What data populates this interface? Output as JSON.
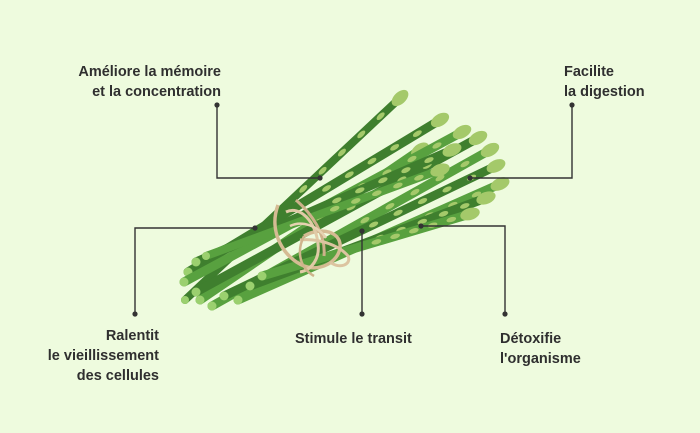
{
  "labels": {
    "memory": [
      "Améliore la mémoire",
      "et la concentration"
    ],
    "digestion": [
      "Facilite",
      "la digestion"
    ],
    "aging": [
      "Ralentit",
      "le vieillissement",
      "des cellules"
    ],
    "transit": "Stimule le transit",
    "detox": [
      "Détoxifie",
      "l'organisme"
    ]
  },
  "colors": {
    "background": "#eefbde",
    "stalk": "#58a13f",
    "stalk_dark": "#3f7f2e",
    "tip": "#a4c96a",
    "twine": "#dcc4a0",
    "line": "#333333"
  },
  "icons": [
    "asparagus-bundle-illustration"
  ]
}
